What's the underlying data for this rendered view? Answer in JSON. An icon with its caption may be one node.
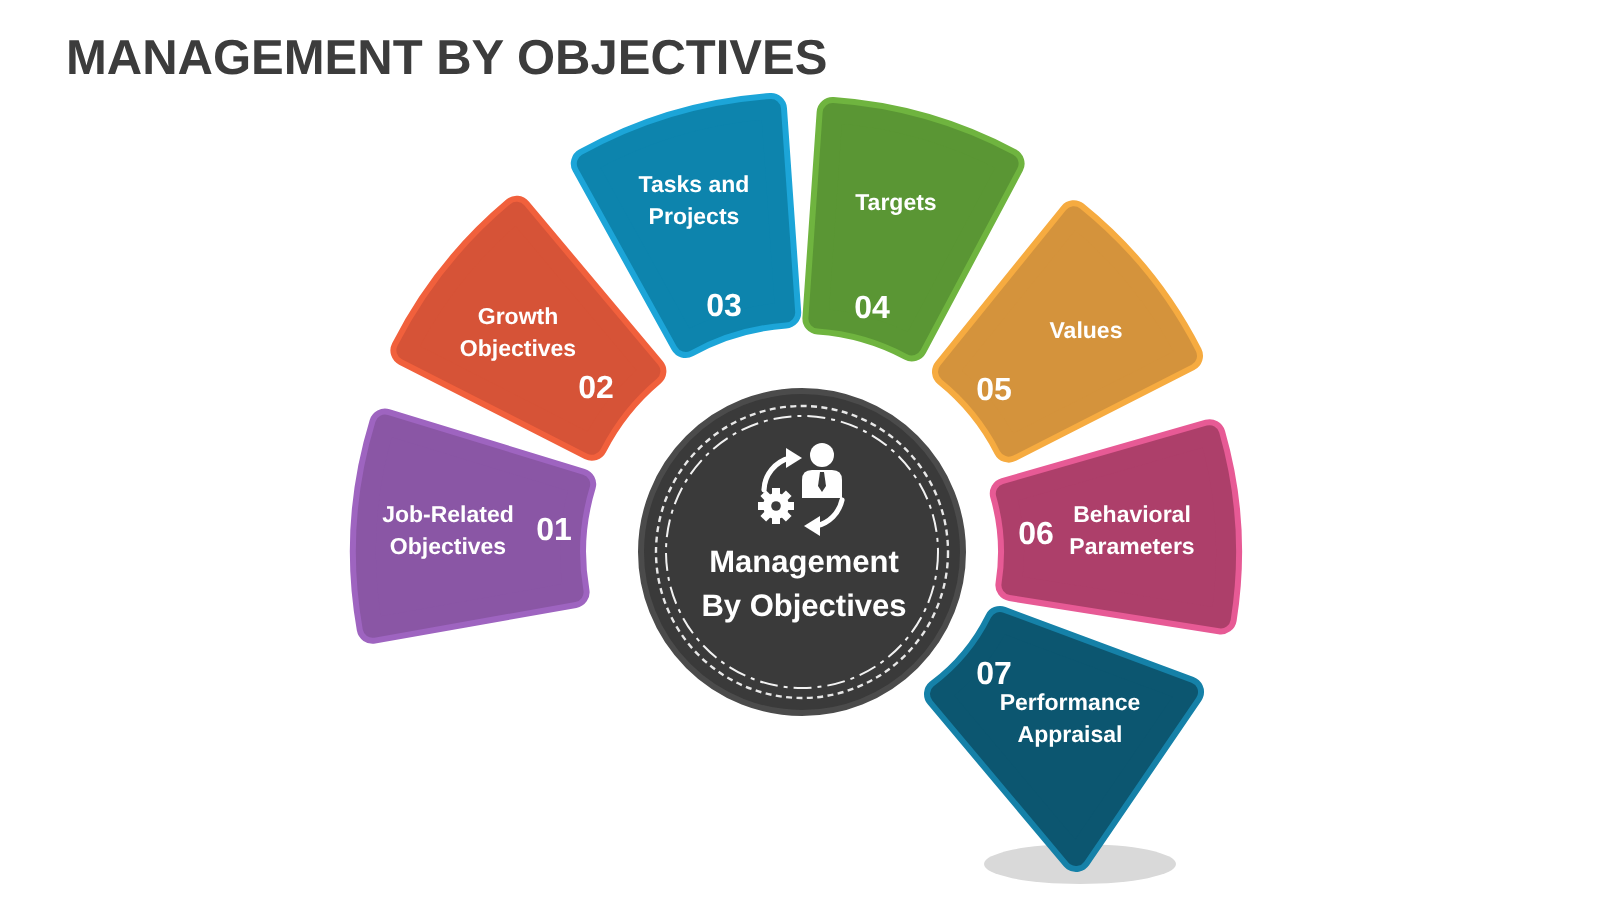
{
  "diagram": {
    "title": "MANAGEMENT BY OBJECTIVES",
    "nodes": [
      {
        "text": [
          "Management By Objectives"
        ]
      },
      {
        "text": [
          "Job-Related Objectives",
          "01"
        ]
      },
      {
        "text": [
          "Growth Objectives",
          "02"
        ]
      },
      {
        "text": [
          "Tasks and Projects",
          "03"
        ]
      },
      {
        "text": [
          "Targets",
          "04"
        ]
      },
      {
        "text": [
          "Values",
          "05"
        ]
      },
      {
        "text": [
          "06",
          "Behavioral Parameters"
        ]
      },
      {
        "text": [
          "07",
          "Performance Appraisal"
        ]
      }
    ]
  }
}
